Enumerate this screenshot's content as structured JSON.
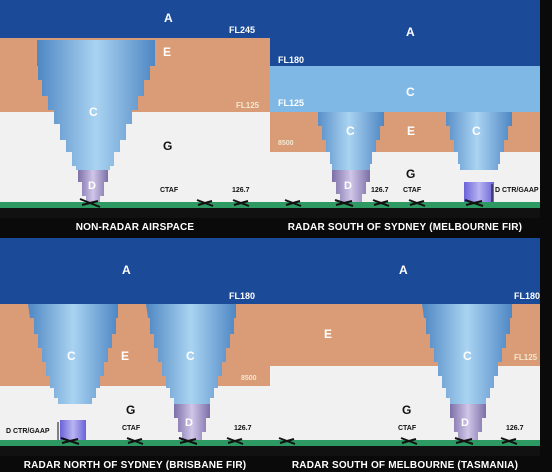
{
  "colors": {
    "class_a": "#1b4a98",
    "class_c_band": "#7fb8e4",
    "class_e": "#d99c77",
    "class_g": "#f1f1f1",
    "ground": "#2e9a63",
    "ctr_d": "#b6aacf",
    "gaap": "#8b84e4",
    "background": "#0a0a0a"
  },
  "panels": [
    {
      "caption": "NON-RADAR AIRSPACE",
      "labels": {
        "a": "A",
        "fl245": "FL245",
        "e": "E",
        "c": "C",
        "fl125": "FL125",
        "g": "G",
        "d": "D",
        "ctaf": "CTAF",
        "freq": "126.7"
      }
    },
    {
      "caption": "RADAR SOUTH OF SYDNEY (MELBOURNE FIR)",
      "labels": {
        "a": "A",
        "fl180": "FL180",
        "c_band": "C",
        "fl125": "FL125",
        "c1": "C",
        "e": "E",
        "c2": "C",
        "alt8500": "8500",
        "g": "G",
        "d": "D",
        "freq": "126.7",
        "ctaf": "CTAF",
        "dctr_gaap": "D CTR/GAAP"
      }
    },
    {
      "caption": "RADAR NORTH OF SYDNEY (BRISBANE FIR)",
      "labels": {
        "a": "A",
        "fl180": "FL180",
        "c1": "C",
        "e": "E",
        "c2": "C",
        "alt8500": "8500",
        "g": "G",
        "dctr_gaap": "D CTR/GAAP",
        "ctaf": "CTAF",
        "d": "D",
        "freq": "126.7"
      }
    },
    {
      "caption": "RADAR SOUTH OF MELBOURNE (TASMANIA)",
      "labels": {
        "a": "A",
        "fl180": "FL180",
        "e": "E",
        "c": "C",
        "fl125": "FL125",
        "g": "G",
        "ctaf": "CTAF",
        "d": "D",
        "freq": "126.7"
      }
    }
  ]
}
